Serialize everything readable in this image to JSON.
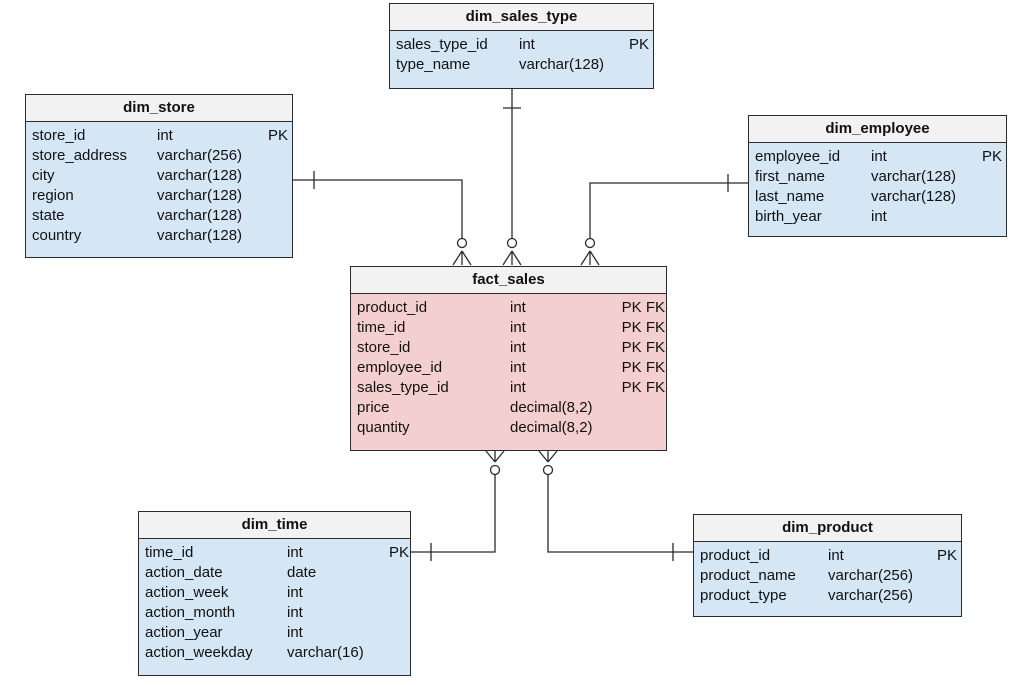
{
  "entities": {
    "dim_sales_type": {
      "title": "dim_sales_type",
      "fields": [
        {
          "name": "sales_type_id",
          "type": "int",
          "key": "PK"
        },
        {
          "name": "type_name",
          "type": "varchar(128)",
          "key": ""
        }
      ]
    },
    "dim_store": {
      "title": "dim_store",
      "fields": [
        {
          "name": "store_id",
          "type": "int",
          "key": "PK"
        },
        {
          "name": "store_address",
          "type": "varchar(256)",
          "key": ""
        },
        {
          "name": "city",
          "type": "varchar(128)",
          "key": ""
        },
        {
          "name": "region",
          "type": "varchar(128)",
          "key": ""
        },
        {
          "name": "state",
          "type": "varchar(128)",
          "key": ""
        },
        {
          "name": "country",
          "type": "varchar(128)",
          "key": ""
        }
      ]
    },
    "dim_employee": {
      "title": "dim_employee",
      "fields": [
        {
          "name": "employee_id",
          "type": "int",
          "key": "PK"
        },
        {
          "name": "first_name",
          "type": "varchar(128)",
          "key": ""
        },
        {
          "name": "last_name",
          "type": "varchar(128)",
          "key": ""
        },
        {
          "name": "birth_year",
          "type": "int",
          "key": ""
        }
      ]
    },
    "fact_sales": {
      "title": "fact_sales",
      "fields": [
        {
          "name": "product_id",
          "type": "int",
          "key": "PK FK"
        },
        {
          "name": "time_id",
          "type": "int",
          "key": "PK FK"
        },
        {
          "name": "store_id",
          "type": "int",
          "key": "PK FK"
        },
        {
          "name": "employee_id",
          "type": "int",
          "key": "PK FK"
        },
        {
          "name": "sales_type_id",
          "type": "int",
          "key": "PK FK"
        },
        {
          "name": "price",
          "type": "decimal(8,2)",
          "key": ""
        },
        {
          "name": "quantity",
          "type": "decimal(8,2)",
          "key": ""
        }
      ]
    },
    "dim_time": {
      "title": "dim_time",
      "fields": [
        {
          "name": "time_id",
          "type": "int",
          "key": "PK"
        },
        {
          "name": "action_date",
          "type": "date",
          "key": ""
        },
        {
          "name": "action_week",
          "type": "int",
          "key": ""
        },
        {
          "name": "action_month",
          "type": "int",
          "key": ""
        },
        {
          "name": "action_year",
          "type": "int",
          "key": ""
        },
        {
          "name": "action_weekday",
          "type": "varchar(16)",
          "key": ""
        }
      ]
    },
    "dim_product": {
      "title": "dim_product",
      "fields": [
        {
          "name": "product_id",
          "type": "int",
          "key": "PK"
        },
        {
          "name": "product_name",
          "type": "varchar(256)",
          "key": ""
        },
        {
          "name": "product_type",
          "type": "varchar(256)",
          "key": ""
        }
      ]
    }
  },
  "relationships": [
    {
      "from": "dim_store",
      "to": "fact_sales",
      "cardinality": "one-to-zero-or-many"
    },
    {
      "from": "dim_sales_type",
      "to": "fact_sales",
      "cardinality": "one-to-zero-or-many"
    },
    {
      "from": "dim_employee",
      "to": "fact_sales",
      "cardinality": "one-to-zero-or-many"
    },
    {
      "from": "dim_time",
      "to": "fact_sales",
      "cardinality": "one-to-zero-or-many"
    },
    {
      "from": "dim_product",
      "to": "fact_sales",
      "cardinality": "one-to-zero-or-many"
    }
  ],
  "colors": {
    "dimension_fill": "#d5e6f5",
    "fact_fill": "#f4cfcf",
    "header_fill": "#f2f2f2",
    "line": "#2b2b2b"
  }
}
